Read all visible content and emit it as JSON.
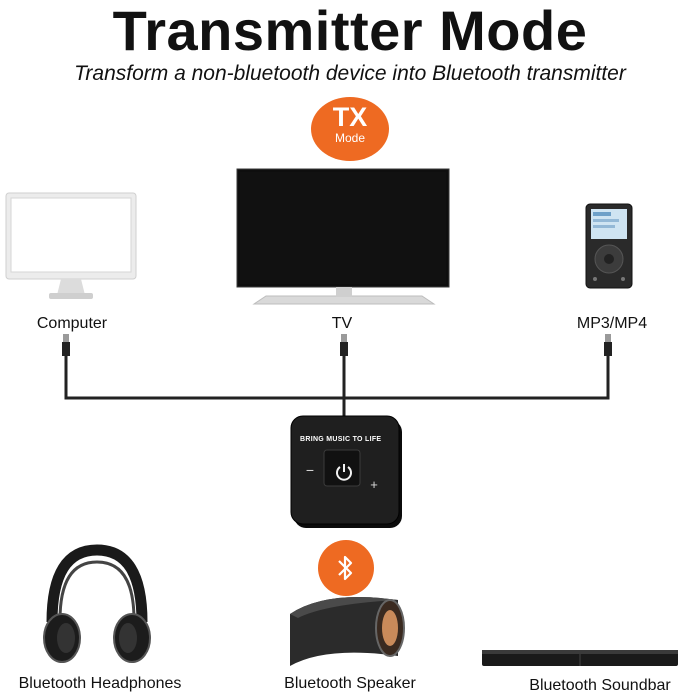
{
  "header": {
    "title": "Transmitter Mode",
    "subtitle": "Transform a non-bluetooth device into Bluetooth transmitter"
  },
  "badge": {
    "top": "TX",
    "bottom": "Mode"
  },
  "sources": {
    "computer": "Computer",
    "tv": "TV",
    "mp3": "MP3/MP4"
  },
  "device": {
    "brand_text": "BRING MUSIC TO LIFE",
    "minus": "−",
    "plus": "+"
  },
  "receivers": {
    "headphones": "Bluetooth Headphones",
    "speaker": "Bluetooth Speaker",
    "soundbar": "Bluetooth Soundbar"
  },
  "colors": {
    "accent": "#ee6a22",
    "device": "#1a1a1a",
    "cable": "#222222"
  },
  "icons": [
    "computer-icon",
    "tv-icon",
    "mp3-player-icon",
    "transmitter-device",
    "bluetooth-icon",
    "headphones-icon",
    "speaker-icon",
    "soundbar-icon"
  ]
}
